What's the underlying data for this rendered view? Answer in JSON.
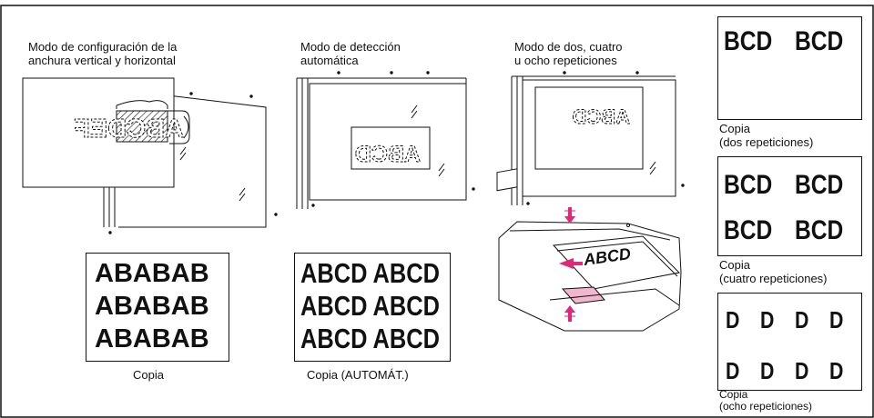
{
  "labels": {
    "mode1": "Modo de configuración de la\nanchura vertical y horizontal",
    "mode2": "Modo de detección\nautomática",
    "mode3": "Modo de dos, cuatro\nu ocho repeticiones",
    "copy1": "Copia",
    "copy2": "Copia (AUTOMÁT.)",
    "copy_two": "Copia\n(dos repeticiones)",
    "copy_four": "Copia\n(cuatro repeticiones)",
    "copy_eight": "Copia\n(ocho repeticiones)"
  },
  "original_text": {
    "mode1": "ABCDEF",
    "mode1_selected": "AB",
    "mode2": "ABCD",
    "mode3": "ABCD",
    "feeder": "ABCD"
  },
  "copy_text": {
    "ab_row": "ABABAB",
    "abcd_row": "ABCD ABCD",
    "two_rep": "BCD",
    "four_rep": "BCD",
    "eight_rep": "D"
  },
  "colors": {
    "accent_arrow": "#e0287a",
    "accent_fill": "#f2b7cf",
    "line": "#111111"
  }
}
